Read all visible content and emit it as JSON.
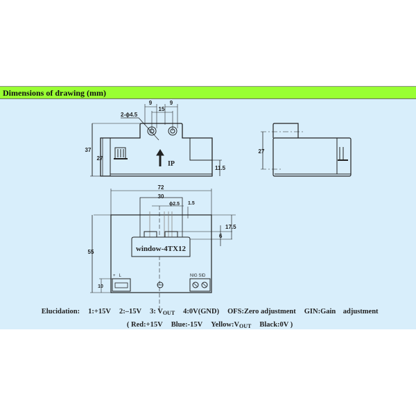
{
  "header": {
    "title": "Dimensions of drawing (mm)"
  },
  "drawing": {
    "top_view": {
      "dim_9a": "9",
      "dim_9b": "9",
      "dim_15": "15",
      "holes": "2-ϕ4.5",
      "dim_37": "37",
      "dim_27": "27",
      "dim_11_5": "11.5",
      "current_label": "IP"
    },
    "side_view": {
      "dim_27": "27"
    },
    "bottom_view": {
      "dim_72": "72",
      "dim_30": "30",
      "dim_phi2_5": "ϕ2.5",
      "dim_1_5": "1.5",
      "dim_17_5": "17.5",
      "dim_6": "6",
      "dim_55": "55",
      "dim_10": "10",
      "window_label": "window-4TX12",
      "connector_labels": "+   L",
      "terminal_labels": "NIG SID"
    }
  },
  "elucidation": {
    "label": "Elucidation:",
    "items": [
      "1:+15V",
      "2:–15V",
      "3: V",
      "4:0V(GND)",
      "OFS:Zero adjustment",
      "GIN:Gain    adjustment"
    ],
    "vout_sub": "OUT",
    "colors_open": "( Red:+15V",
    "blue": "Blue:-15V",
    "yellow": "Yellow:V",
    "yellow_sub": "OUT",
    "black": "Black:0V )"
  }
}
